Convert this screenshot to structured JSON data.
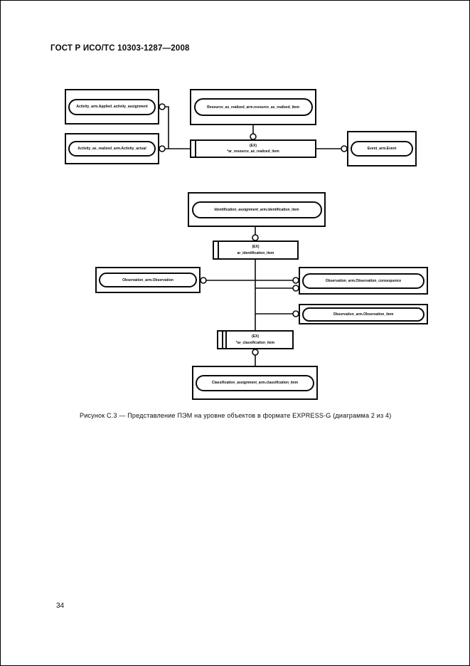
{
  "page": {
    "header": "ГОСТ Р ИСО/ТС 10303-1287—2008",
    "caption": "Рисунок С.3 — Представление ПЭМ на уровне объектов в формате EXPRESS-G (диаграмма 2 из 4)",
    "page_number": "34"
  },
  "colors": {
    "ink": "#0a0a0a",
    "paper": "#ffffff"
  },
  "diagram": {
    "nodes": {
      "applied_activity_assignment": "Activity_arm.Applied_activity_assignment",
      "activity_actual": "Activity_as_realized_arm.Activity_actual",
      "resource_as_realized_item": "Resource_as_realized_arm.resource_as_realized_item",
      "ex_resource_line1": "(EX)",
      "ex_resource_line2": "*ar_resource_as_realized_item",
      "event": "Event_arm.Event",
      "identification_item": "Identification_assignment_arm.identification_item",
      "ex_identification_line1": "(EX)",
      "ex_identification_line2": "ar_identification_item",
      "observation": "Observation_arm.Observation",
      "observation_consequence": "Observation_arm.Observation_consequence",
      "observation_item": "Observation_arm.Observation_item",
      "ex_classification_line1": "(EX)",
      "ex_classification_line2": "*ar_classification_item",
      "classification_item": "Classification_assignment_arm.classification_item"
    }
  }
}
